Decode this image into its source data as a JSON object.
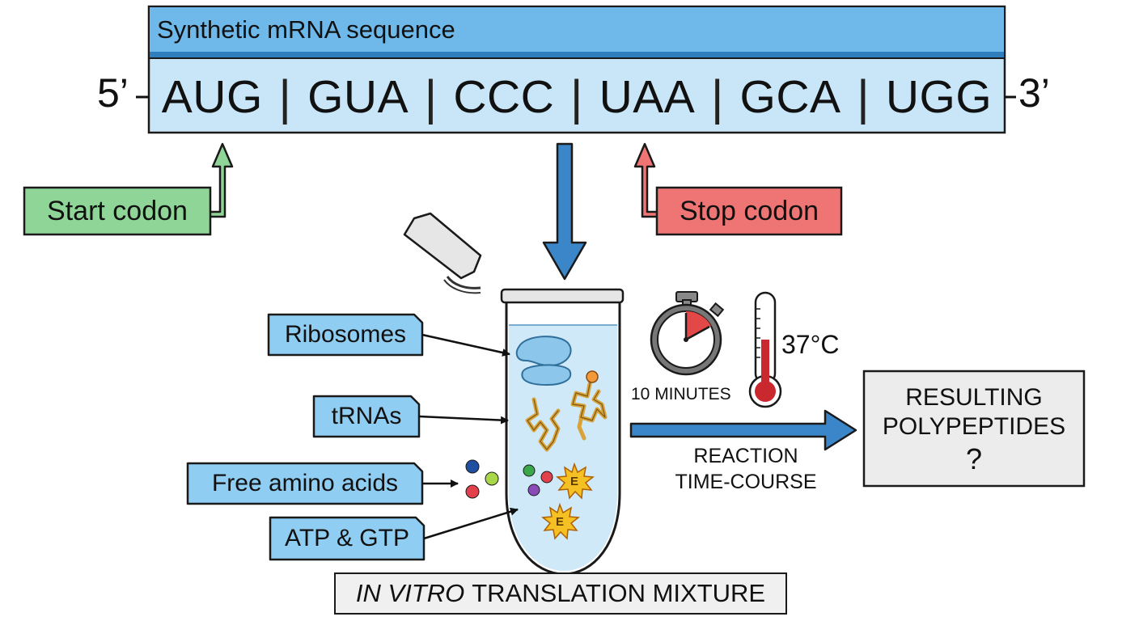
{
  "mrna": {
    "title": "Synthetic mRNA sequence",
    "five_prime": "5’",
    "three_prime": "3’",
    "codons": [
      "AUG",
      "GUA",
      "CCC",
      "UAA",
      "GCA",
      "UGG"
    ],
    "separator": "|"
  },
  "callouts": {
    "start": "Start codon",
    "stop": "Stop codon"
  },
  "components": [
    "Ribosomes",
    "tRNAs",
    "Free amino acids",
    "ATP & GTP"
  ],
  "enzyme_symbol": "E",
  "conditions": {
    "time": "10 MINUTES",
    "temperature": "37°C"
  },
  "reaction_label_line1": "REACTION",
  "reaction_label_line2": "TIME-COURSE",
  "result": {
    "line1": "RESULTING",
    "line2": "POLYPEPTIDES",
    "line3": "?"
  },
  "mixture": {
    "italic": "IN VITRO",
    "rest": "TRANSLATION MIXTURE"
  },
  "colors": {
    "mrna_header": "#6fb8ea",
    "mrna_body": "#c9e6f8",
    "start": "#8fd597",
    "stop": "#ef7474",
    "component_tag": "#8fcdf2",
    "arrow_blue": "#3a86c8",
    "liquid": "#cfe9f8",
    "ribosome": "#8cc6ea",
    "trna": "#d9a23a",
    "result_box": "#ececec",
    "mixture_box": "#f0f0f0"
  }
}
